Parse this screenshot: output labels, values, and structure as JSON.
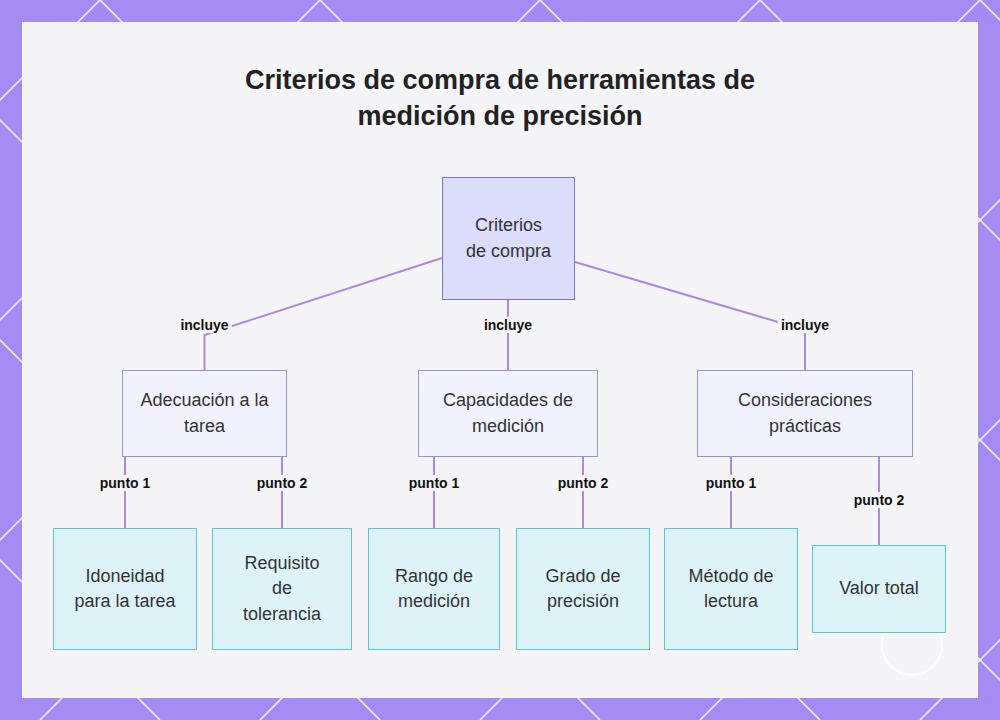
{
  "diagram": {
    "title": "Criterios de compra de herramientas de medición de precisión",
    "nodes": [
      {
        "text": [
          "Criterios de compra"
        ]
      },
      {
        "text": [
          "Adecuación a la tarea"
        ]
      },
      {
        "text": [
          "Capacidades de medición"
        ]
      },
      {
        "text": [
          "Consideraciones prácticas"
        ]
      },
      {
        "text": [
          "Idoneidad para la tarea"
        ]
      },
      {
        "text": [
          "Requisito de tolerancia"
        ]
      },
      {
        "text": [
          "Rango de medición"
        ]
      },
      {
        "text": [
          "Grado de precisión"
        ]
      },
      {
        "text": [
          "Método de lectura"
        ]
      },
      {
        "text": [
          "Valor total"
        ]
      }
    ],
    "edges": [
      {
        "from": 0,
        "to": 1,
        "label": "incluye",
        "arrow": "none"
      },
      {
        "from": 0,
        "to": 2,
        "label": "incluye",
        "arrow": "none"
      },
      {
        "from": 0,
        "to": 3,
        "label": "incluye",
        "arrow": "none"
      },
      {
        "from": 1,
        "to": 4,
        "label": "punto 1",
        "arrow": "none"
      },
      {
        "from": 1,
        "to": 5,
        "label": "punto 2",
        "arrow": "none"
      },
      {
        "from": 2,
        "to": 6,
        "label": "punto 1",
        "arrow": "none"
      },
      {
        "from": 2,
        "to": 7,
        "label": "punto 2",
        "arrow": "none"
      },
      {
        "from": 3,
        "to": 8,
        "label": "punto 1",
        "arrow": "none"
      },
      {
        "from": 3,
        "to": 9,
        "label": "punto 2",
        "arrow": "none"
      }
    ]
  }
}
